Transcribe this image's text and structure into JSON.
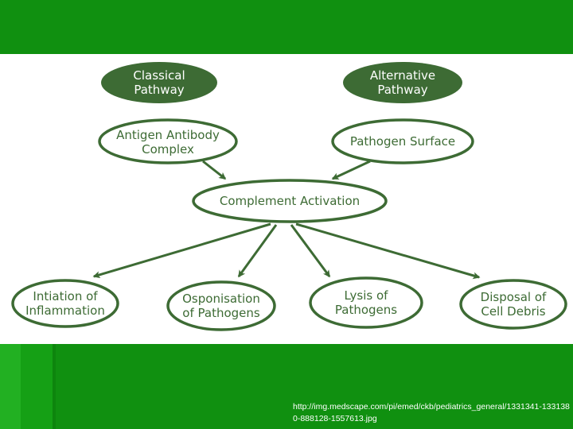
{
  "colors": {
    "band_green": "#109010",
    "node_stroke": "#3d6b34",
    "node_fill_solid": "#3d6b34",
    "node_text": "#3d6b34"
  },
  "diagram": {
    "nodes": {
      "classical": {
        "line1": "Classical",
        "line2": "Pathway"
      },
      "alternative": {
        "line1": "Alternative",
        "line2": "Pathway"
      },
      "antigen": {
        "line1": "Antigen Antibody",
        "line2": "Complex"
      },
      "pathogen_surface": {
        "line1": "Pathogen Surface"
      },
      "activation": {
        "line1": "Complement Activation"
      },
      "inflammation": {
        "line1": "Intiation of",
        "line2": "Inflammation"
      },
      "opsonisation": {
        "line1": "Osponisation",
        "line2": "of Pathogens"
      },
      "lysis": {
        "line1": "Lysis of",
        "line2": "Pathogens"
      },
      "disposal": {
        "line1": "Disposal of",
        "line2": "Cell Debris"
      }
    }
  },
  "footer": {
    "source_url": "http://img.medscape.com/pi/emed/ckb/pediatrics_general/1331341-1331380-888128-1557613.jpg"
  }
}
